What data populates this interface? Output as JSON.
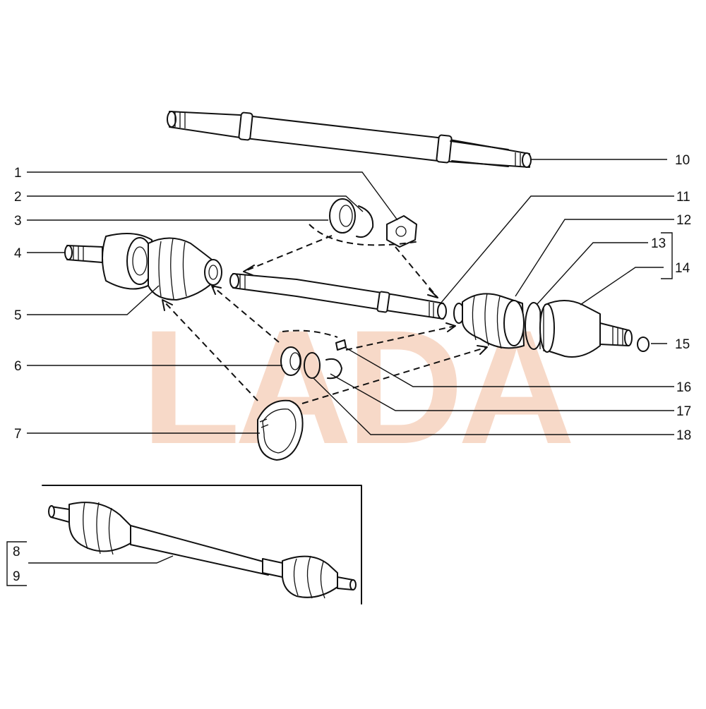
{
  "watermark": {
    "text": "LADA",
    "color": "#f7d9c8"
  },
  "callouts": {
    "c1": "1",
    "c2": "2",
    "c3": "3",
    "c4": "4",
    "c5": "5",
    "c6": "6",
    "c7": "7",
    "c8": "8",
    "c9": "9",
    "c10": "10",
    "c11": "11",
    "c12": "12",
    "c13": "13",
    "c14": "14",
    "c15": "15",
    "c16": "16",
    "c17": "17",
    "c18": "18"
  },
  "icons": {
    "shaft": "long-shaft-icon",
    "joint": "cv-joint-icon",
    "boot": "boot-icon",
    "clamp": "clamp-band-icon",
    "ring": "snap-ring-icon"
  }
}
